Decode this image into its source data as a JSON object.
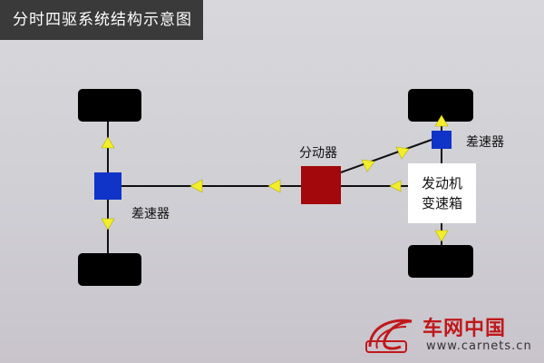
{
  "title": "分时四驱系统结构示意图",
  "labels": {
    "transfer_case": "分动器",
    "rear_differential": "差速器",
    "front_differential": "差速器",
    "engine_line1": "发动机",
    "engine_line2": "变速箱"
  },
  "colors": {
    "background": "#d4d4d8",
    "title_bar": "#3a3a3a",
    "wheel": "#000000",
    "differential": "#1033c8",
    "transfer_case": "#a3080c",
    "arrow": "#f2ee2a",
    "shaft": "#111111",
    "engine_box": "#ffffff",
    "brand_red": "#c0181a"
  },
  "icons": {
    "arrow": "yellow-arrowhead",
    "wheel": "black-tire-block"
  },
  "watermark": {
    "brand": "车网中国",
    "url": "www.carnets.cn"
  }
}
